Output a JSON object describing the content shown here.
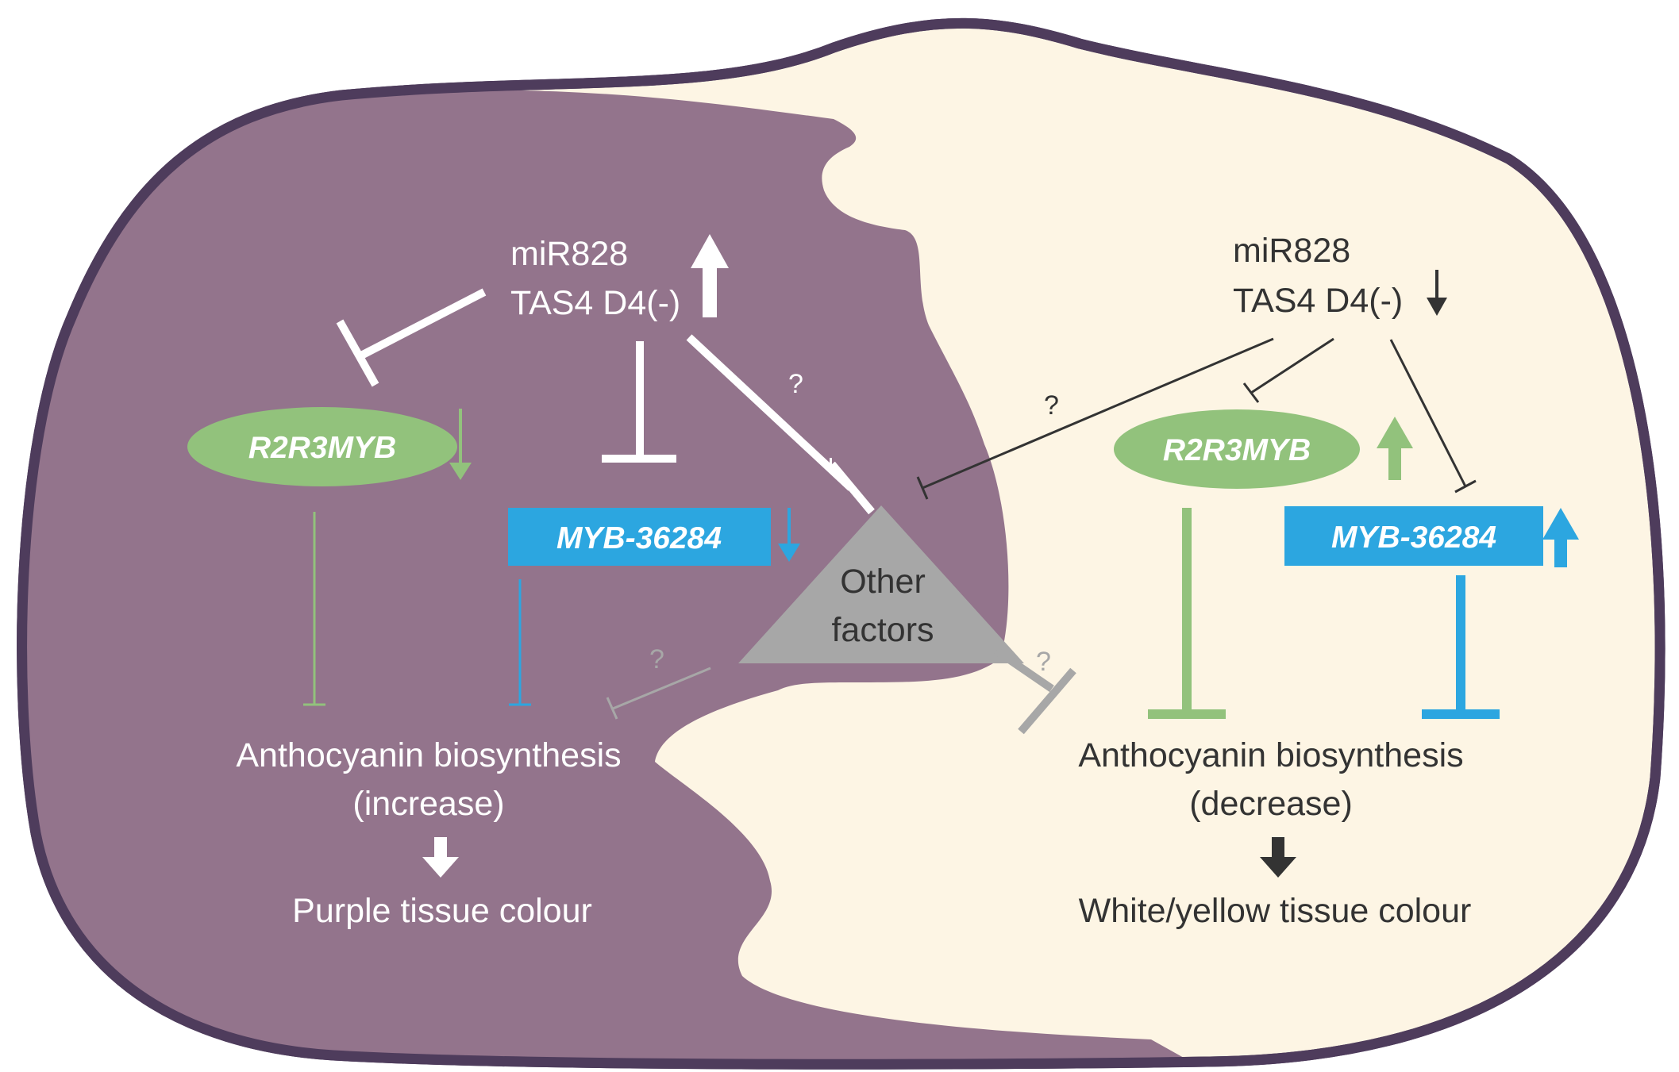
{
  "colors": {
    "outline": "#4e3c5c",
    "purple_tissue": "#93748c",
    "cream_tissue": "#fdf5e4",
    "green": "#92c27c",
    "blue": "#2ca6e0",
    "grey": "#a7a7a7",
    "dark": "#333333",
    "white": "#ffffff"
  },
  "left": {
    "mir_line1": "miR828",
    "mir_line2": "TAS4 D4(-)",
    "r2r3myb_label": "R2R3MYB",
    "myb_label": "MYB-36284",
    "anthocyanin_line1": "Anthocyanin biosynthesis",
    "anthocyanin_line2": "(increase)",
    "tissue_colour": "Purple tissue colour",
    "question_mark_upper": "?",
    "question_mark_lower": "?"
  },
  "center": {
    "other_factors_line1": "Other",
    "other_factors_line2": "factors",
    "question_mark_right": "?"
  },
  "right": {
    "mir_line1": "miR828",
    "mir_line2": "TAS4 D4(-)",
    "r2r3myb_label": "R2R3MYB",
    "myb_label": "MYB-36284",
    "anthocyanin_line1": "Anthocyanin biosynthesis",
    "anthocyanin_line2": "(decrease)",
    "tissue_colour": "White/yellow tissue colour",
    "question_mark": "?"
  }
}
